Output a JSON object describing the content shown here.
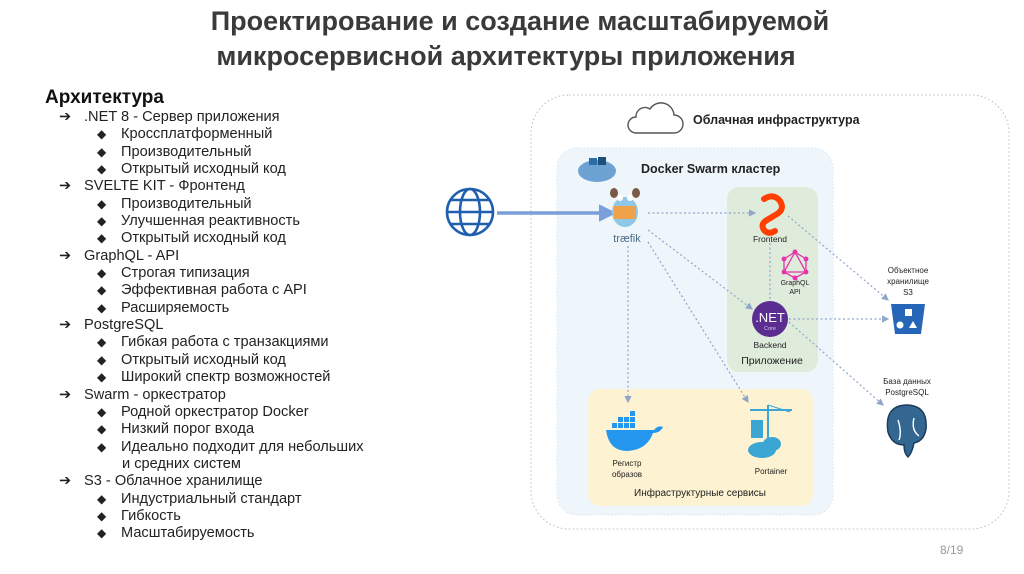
{
  "title": {
    "line1": "Проектирование и создание масштабируемой",
    "line2": "микросервисной архитектуры приложения"
  },
  "list": {
    "heading": "Архитектура",
    "arrow": "➔",
    "bullet": "◆",
    "sections": [
      {
        "label": ".NET 8 - Сервер приложения",
        "items": [
          "Кроссплатформенный",
          "Производительный",
          "Открытый исходный код"
        ]
      },
      {
        "label": "SVELTE KIT - Фронтенд",
        "items": [
          "Производительный",
          "Улучшенная реактивность",
          "Открытый исходный код"
        ]
      },
      {
        "label": "GraphQL - API",
        "items": [
          "Строгая типизация",
          "Эффективная работа с  API",
          "Расширяемость"
        ]
      },
      {
        "label": "PostgreSQL",
        "items": [
          "Гибкая работа с транзакциями",
          "Открытый исходный код",
          "Широкий спектр возможностей"
        ]
      },
      {
        "label": "Swarm - оркестратор",
        "items": [
          "Родной оркестратор Docker",
          "Низкий порог входа",
          "Идеально подходит для небольших",
          "и средних систем"
        ]
      },
      {
        "label": "S3 - Облачное хранилище",
        "items": [
          "Индустриальный стандарт",
          "Гибкость",
          "Масштабируемость"
        ]
      }
    ]
  },
  "diagram": {
    "cloud_label": "Облачная инфраструктура",
    "swarm_label": "Docker Swarm кластер",
    "traefik_label": "træfik",
    "frontend_label": "Frontend",
    "graphql_label1": "GraphQL",
    "graphql_label2": "API",
    "dotnet_text": ".NET",
    "dotnet_sub": "Core",
    "backend_label": "Backend",
    "app_group_label": "Приложение",
    "s3_label1": "Объектное",
    "s3_label2": "хранилище",
    "s3_label3": "S3",
    "pg_label1": "База данных",
    "pg_label2": "PostgreSQL",
    "registry_label1": "Регистр",
    "registry_label2": "образов",
    "portainer_label": "Portainer",
    "infra_group_label": "Инфраструктурные сервисы",
    "colors": {
      "swarm_bg": "#eef6fc",
      "app_bg": "#dfecdc",
      "infra_bg": "#fdf2d2",
      "link": "#8fa6c9",
      "svelte": "#ff3e00",
      "dotnet": "#5c2d91",
      "graphql": "#e535ab",
      "docker": "#2496ed"
    }
  },
  "page_number": "8/19"
}
